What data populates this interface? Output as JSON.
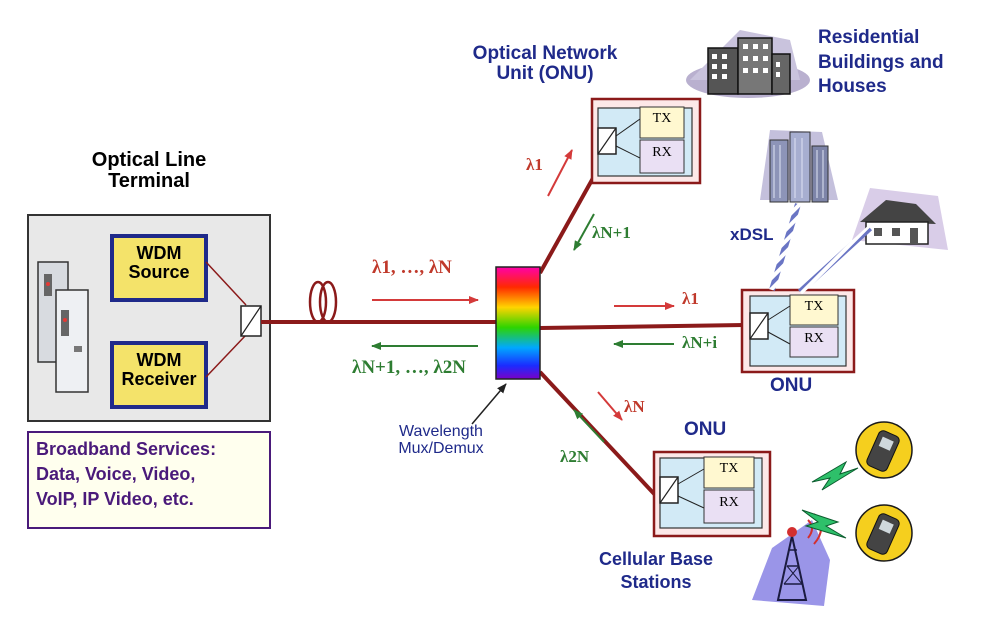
{
  "colors": {
    "fiber": "#8b1a1a",
    "downstream_arrow": "#d43a3a",
    "upstream_arrow": "#2e7d32",
    "title_blue": "#1f2a8a",
    "services_text": "#4a1a7a",
    "wdm_box": "#f4e36a"
  },
  "olt": {
    "title": "Optical Line Terminal",
    "source_label": "WDM Source",
    "receiver_label": "WDM Receiver"
  },
  "services": {
    "line1": "Broadband Services:",
    "line2": "Data, Voice, Video,",
    "line3": "VoIP, IP Video, etc."
  },
  "feeder": {
    "downstream_label": "λ1, …, λN",
    "upstream_label": "λN+1, …, λ2N"
  },
  "mux": {
    "label": "Wavelength Mux/Demux"
  },
  "onus": [
    {
      "title": "Optical Network Unit (ONU)",
      "tx": "TX",
      "rx": "RX",
      "down": "λ1",
      "up": "λN+1"
    },
    {
      "title": "ONU",
      "tx": "TX",
      "rx": "RX",
      "down": "λ1",
      "up": "λN+i"
    },
    {
      "title": "ONU",
      "tx": "TX",
      "rx": "RX",
      "down": "λN",
      "up": "λ2N"
    }
  ],
  "endpoints": {
    "residential": "Residential Buildings and Houses",
    "xdsl": "xDSL",
    "cellular": "Cellular Base Stations"
  },
  "icons": [
    "fiber-coil-icon",
    "server-rack-icon",
    "building-icon",
    "house-icon",
    "cell-tower-icon",
    "mobile-phone-icon",
    "lightning-icon"
  ]
}
